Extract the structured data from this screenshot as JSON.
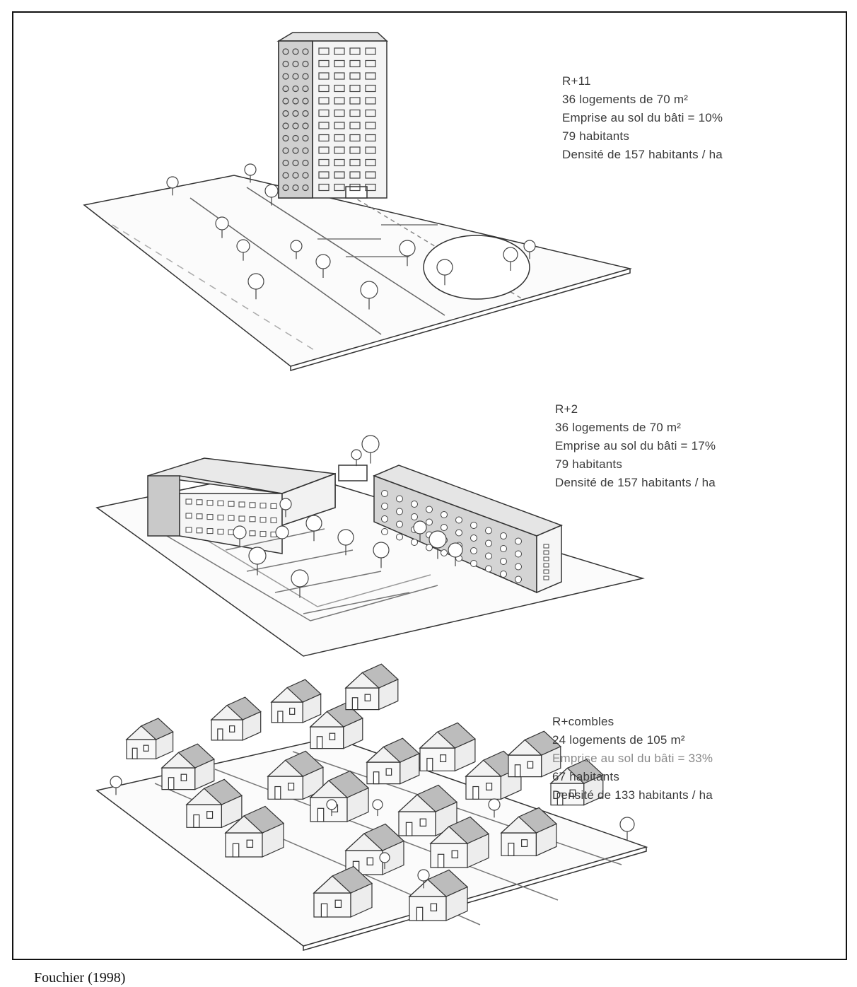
{
  "scenes": [
    {
      "id": "r11",
      "lines": [
        "R+11",
        "36 logements de 70 m²",
        "Emprise au sol du bâti = 10%",
        "79 habitants",
        "Densité de 157 habitants / ha"
      ]
    },
    {
      "id": "r2",
      "lines": [
        "R+2",
        "36 logements de 70 m²",
        "Emprise au sol du bâti = 17%",
        "79 habitants",
        "Densité de 157 habitants / ha"
      ]
    },
    {
      "id": "rcombles",
      "lines": [
        "R+combles",
        "24 logements de 105 m²",
        "Emprise au sol du bâti = 33%",
        "67 habitants",
        "Densité de 133 habitants / ha"
      ]
    }
  ],
  "source": "Fouchier (1998)"
}
